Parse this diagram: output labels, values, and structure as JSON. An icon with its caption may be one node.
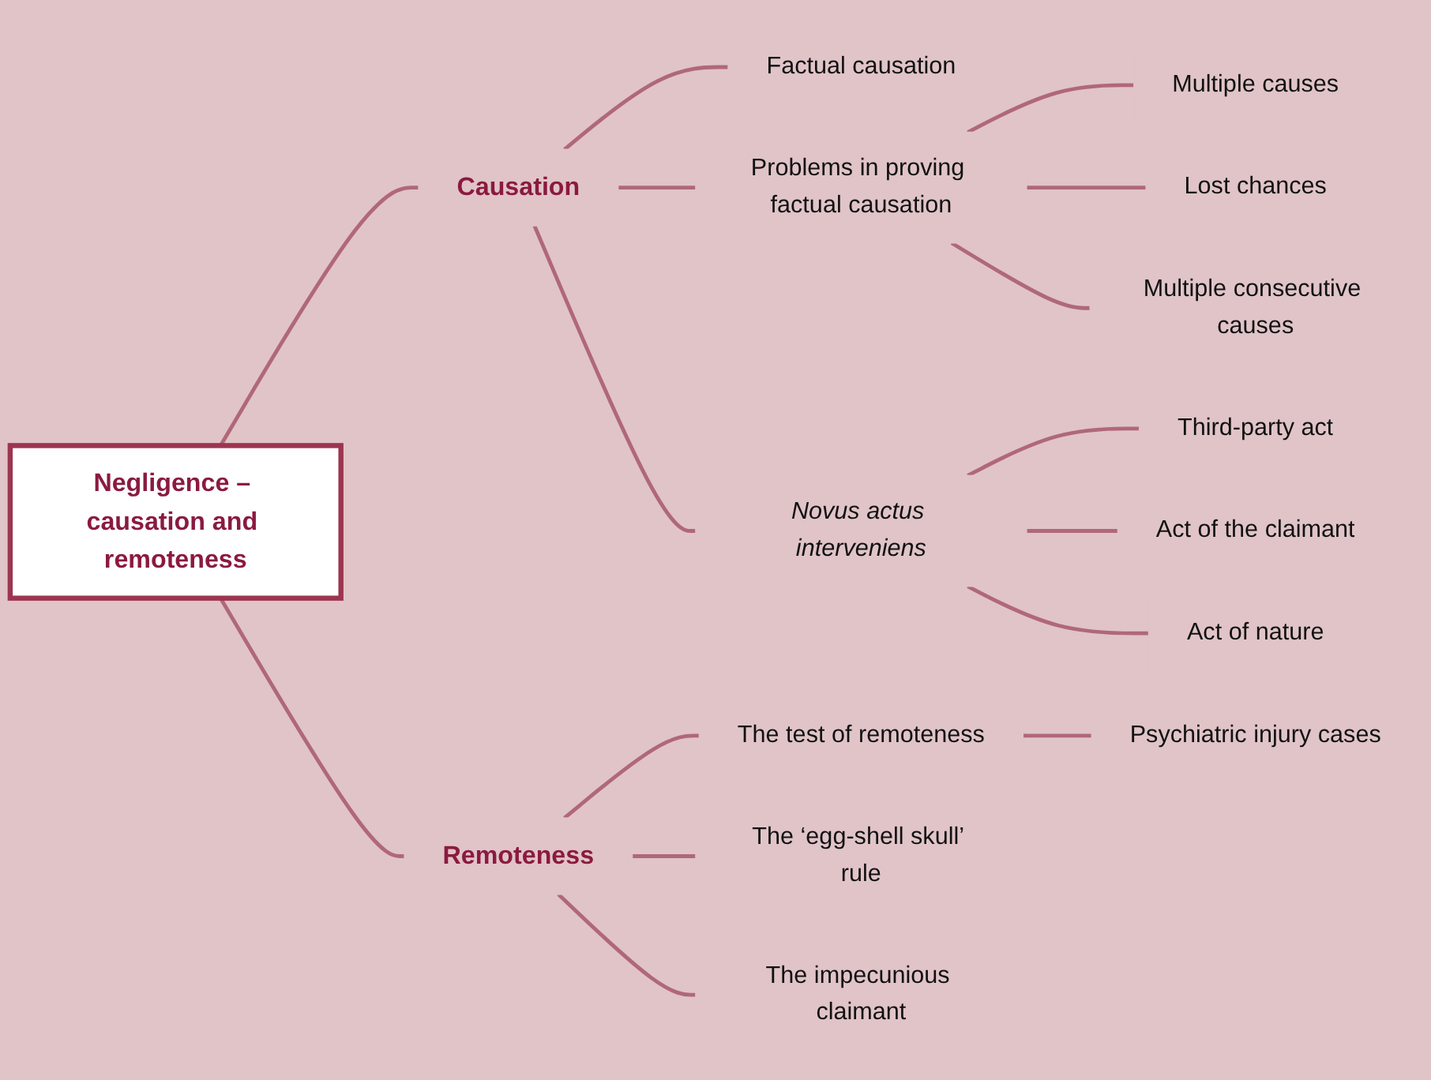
{
  "diagram": {
    "nodes": [
      {
        "text": [
          "Negligence – causation and remoteness"
        ]
      },
      {
        "text": [
          "Causation"
        ]
      },
      {
        "text": [
          "Factual causation"
        ]
      },
      {
        "text": [
          "Problems in proving factual causation"
        ]
      },
      {
        "text": [
          "Multiple causes"
        ]
      },
      {
        "text": [
          "Lost chances"
        ]
      },
      {
        "text": [
          "Multiple consecutive causes"
        ]
      },
      {
        "text": [
          "Novus actus interveniens"
        ]
      },
      {
        "text": [
          "Third-party act"
        ]
      },
      {
        "text": [
          "Act of the claimant"
        ]
      },
      {
        "text": [
          "Act of nature"
        ]
      },
      {
        "text": [
          "Remoteness"
        ]
      },
      {
        "text": [
          "The test of remoteness"
        ]
      },
      {
        "text": [
          "Psychiatric injury cases"
        ]
      },
      {
        "text": [
          "The ‘egg-shell skull’ rule"
        ]
      },
      {
        "text": [
          "The impecunious claimant"
        ]
      }
    ],
    "edges": [
      {
        "from": 0,
        "to": 1,
        "arrow": "none"
      },
      {
        "from": 1,
        "to": 2,
        "arrow": "none"
      },
      {
        "from": 1,
        "to": 3,
        "arrow": "none"
      },
      {
        "from": 3,
        "to": 4,
        "arrow": "none"
      },
      {
        "from": 3,
        "to": 5,
        "arrow": "none"
      },
      {
        "from": 3,
        "to": 6,
        "arrow": "none"
      },
      {
        "from": 1,
        "to": 7,
        "arrow": "none"
      },
      {
        "from": 7,
        "to": 8,
        "arrow": "none"
      },
      {
        "from": 7,
        "to": 9,
        "arrow": "none"
      },
      {
        "from": 7,
        "to": 10,
        "arrow": "none"
      },
      {
        "from": 0,
        "to": 11,
        "arrow": "none"
      },
      {
        "from": 11,
        "to": 12,
        "arrow": "none"
      },
      {
        "from": 12,
        "to": 13,
        "arrow": "none"
      },
      {
        "from": 11,
        "to": 14,
        "arrow": "none"
      },
      {
        "from": 11,
        "to": 15,
        "arrow": "none"
      }
    ]
  }
}
